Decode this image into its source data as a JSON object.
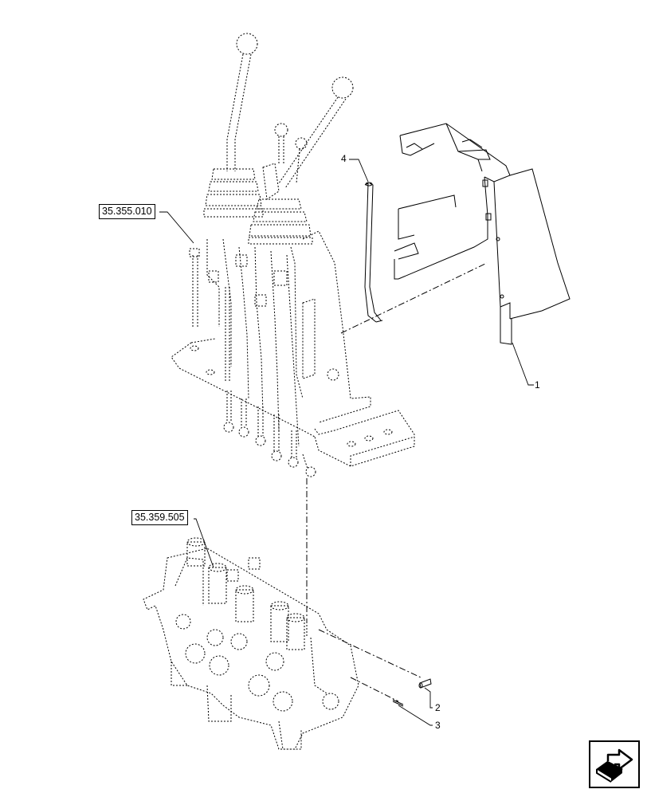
{
  "references": {
    "ref_upper": "35.355.010",
    "ref_lower": "35.359.505"
  },
  "callouts": {
    "item_1": "1",
    "item_2": "2",
    "item_3": "3",
    "item_4": "4"
  },
  "navigation": {
    "icon": "next-page-arrow-icon"
  },
  "colors": {
    "line": "#000000",
    "background": "#ffffff"
  }
}
